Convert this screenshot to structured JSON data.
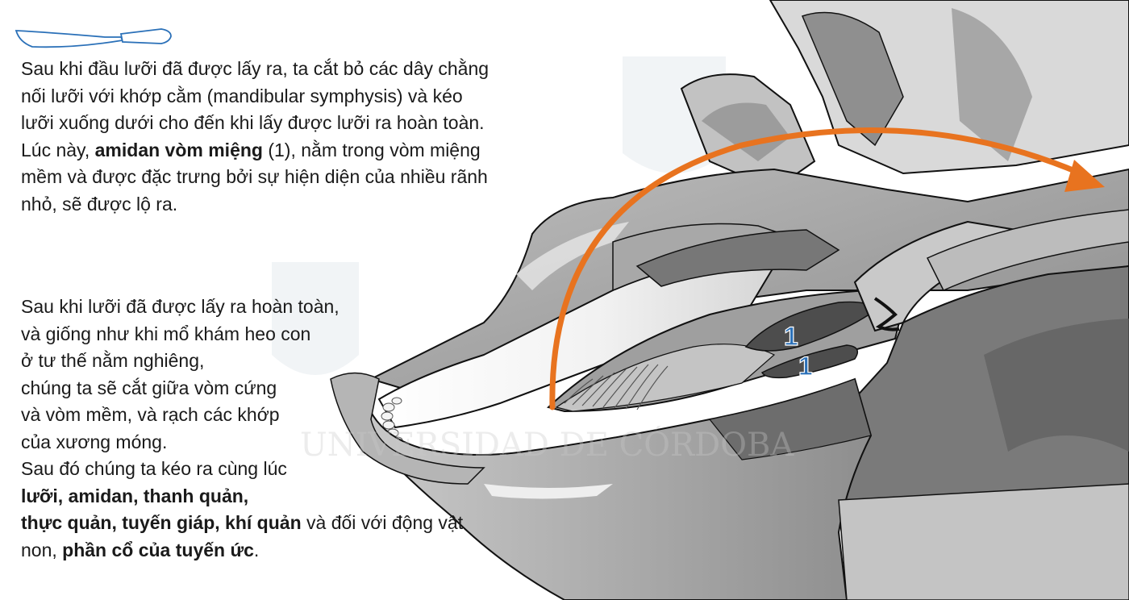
{
  "paragraph_1": {
    "line_1": "Sau khi đầu lưỡi đã được lấy ra, ta cắt bỏ các dây chằng",
    "line_2": "nối lưỡi với khớp cằm (mandibular symphysis) và kéo",
    "line_3": "lưỡi xuống dưới cho đến khi lấy được lưỡi ra hoàn toàn.",
    "line_4_pre": "Lúc này, ",
    "line_4_bold": "amidan vòm miệng",
    "line_4_post": " (1), nằm trong vòm miệng",
    "line_5": "mềm và được đặc trưng bởi sự hiện diện của nhiều rãnh",
    "line_6": "nhỏ, sẽ được lộ ra."
  },
  "paragraph_2": {
    "line_1": "Sau khi lưỡi đã được lấy ra hoàn toàn,",
    "line_2": "và giống như khi mổ khám heo con",
    "line_3": "ở tư thế nằm nghiêng,",
    "line_4": "chúng ta sẽ cắt giữa vòm cứng",
    "line_5": "và vòm mềm, và rạch các khớp",
    "line_6": "của xương móng.",
    "line_7": "Sau đó chúng ta kéo ra cùng lúc",
    "line_8_bold": "lưỡi, amidan, thanh quản,",
    "line_9_bold": "thực quản, tuyến giáp, khí quản",
    "line_9_post": " và đối với động vật",
    "line_10_pre": "non, ",
    "line_10_bold": "phần cổ của tuyến ức",
    "line_10_post": "."
  },
  "labels": {
    "tonsil_upper": "1",
    "tonsil_lower": "1"
  },
  "watermark": {
    "text": "UNIVERSIDAD DE CÓRDOBA"
  },
  "colors": {
    "arrow": "#e8731f",
    "label": "#2a70b8",
    "knife_outline": "#2a70b8",
    "tissue_light": "#c9c9c9",
    "tissue_mid": "#9a9a9a",
    "tissue_dark": "#6b6b6b",
    "tissue_darker": "#4a4a4a",
    "outline": "#111111"
  },
  "icons": {
    "tool": "knife-icon"
  }
}
